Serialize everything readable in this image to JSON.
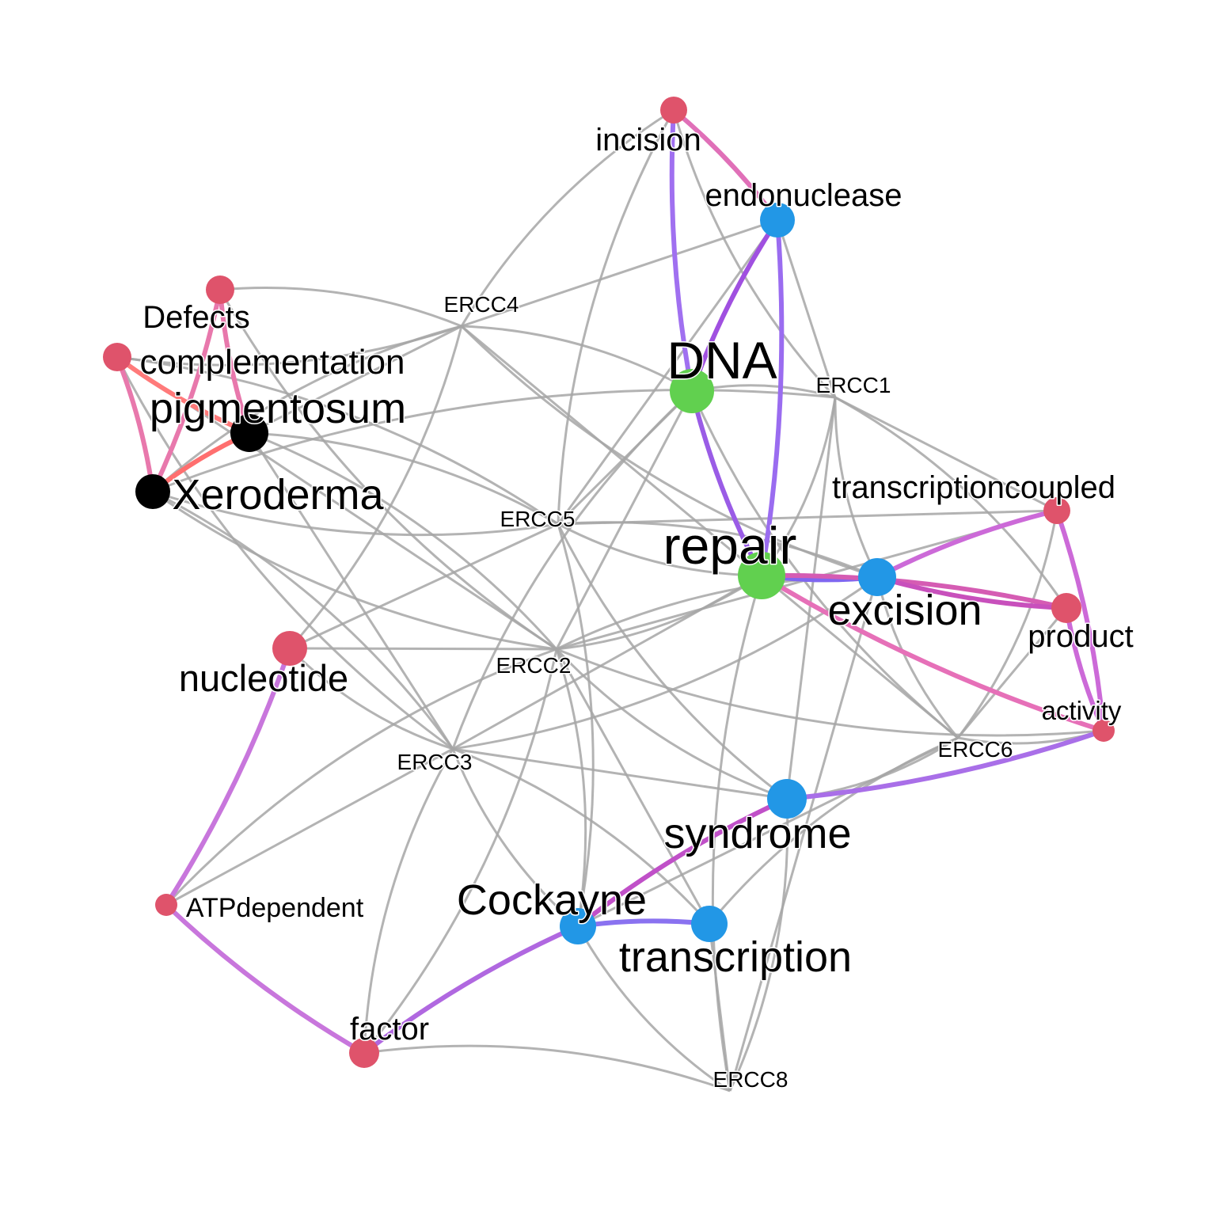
{
  "diagram": {
    "colors": {
      "gene_edge": "#a6a6a6",
      "red": "#df536b",
      "blue": "#2297e6",
      "green": "#61d04f",
      "black": "#000000"
    },
    "genes": [
      {
        "id": "ERCC4",
        "label": "ERCC4"
      },
      {
        "id": "ERCC1",
        "label": "ERCC1"
      },
      {
        "id": "ERCC5",
        "label": "ERCC5"
      },
      {
        "id": "ERCC2",
        "label": "ERCC2"
      },
      {
        "id": "ERCC3",
        "label": "ERCC3"
      },
      {
        "id": "ERCC6",
        "label": "ERCC6"
      },
      {
        "id": "ERCC8",
        "label": "ERCC8"
      }
    ],
    "terms": [
      {
        "id": "incision",
        "label": "incision",
        "group": "red"
      },
      {
        "id": "endonuclease",
        "label": "endonuclease",
        "group": "blue"
      },
      {
        "id": "Defects",
        "label": "Defects",
        "group": "red"
      },
      {
        "id": "complementation",
        "label": "complementation",
        "group": "red"
      },
      {
        "id": "pigmentosum",
        "label": "pigmentosum",
        "group": "black"
      },
      {
        "id": "Xeroderma",
        "label": "Xeroderma",
        "group": "black"
      },
      {
        "id": "DNA",
        "label": "DNA",
        "group": "green"
      },
      {
        "id": "repair",
        "label": "repair",
        "group": "green"
      },
      {
        "id": "transcriptioncoupled",
        "label": "transcriptioncoupled",
        "group": "red"
      },
      {
        "id": "excision",
        "label": "excision",
        "group": "blue"
      },
      {
        "id": "product",
        "label": "product",
        "group": "red"
      },
      {
        "id": "activity",
        "label": "activity",
        "group": "red"
      },
      {
        "id": "nucleotide",
        "label": "nucleotide",
        "group": "red"
      },
      {
        "id": "syndrome",
        "label": "syndrome",
        "group": "blue"
      },
      {
        "id": "Cockayne",
        "label": "Cockayne",
        "group": "blue"
      },
      {
        "id": "transcription",
        "label": "transcription",
        "group": "blue"
      },
      {
        "id": "ATPdependent",
        "label": "ATPdependent",
        "group": "red"
      },
      {
        "id": "factor",
        "label": "factor",
        "group": "red"
      }
    ],
    "cooccurrence_edges": [
      {
        "from": "incision",
        "to": "DNA",
        "color": "#a070f0"
      },
      {
        "from": "incision",
        "to": "endonuclease",
        "color": "#e070b8"
      },
      {
        "from": "endonuclease",
        "to": "DNA",
        "color": "#a050e0"
      },
      {
        "from": "endonuclease",
        "to": "repair",
        "color": "#9a6cf0"
      },
      {
        "from": "DNA",
        "to": "repair",
        "color": "#9a5ce6"
      },
      {
        "from": "Defects",
        "to": "Xeroderma",
        "color": "#e878ac"
      },
      {
        "from": "Defects",
        "to": "pigmentosum",
        "color": "#e878ac"
      },
      {
        "from": "complementation",
        "to": "Xeroderma",
        "color": "#e878ac"
      },
      {
        "from": "complementation",
        "to": "pigmentosum",
        "color": "#ff7a7a"
      },
      {
        "from": "Xeroderma",
        "to": "pigmentosum",
        "color": "#ff6f6f"
      },
      {
        "from": "repair",
        "to": "excision",
        "color": "#7f66f0"
      },
      {
        "from": "repair",
        "to": "product",
        "color": "#d55cb3"
      },
      {
        "from": "repair",
        "to": "activity",
        "color": "#e670b8"
      },
      {
        "from": "excision",
        "to": "transcriptioncoupled",
        "color": "#cc6ad8"
      },
      {
        "from": "excision",
        "to": "product",
        "color": "#c850bc"
      },
      {
        "from": "transcriptioncoupled",
        "to": "activity",
        "color": "#cc6ad8"
      },
      {
        "from": "product",
        "to": "activity",
        "color": "#cc6ad8"
      },
      {
        "from": "activity",
        "to": "syndrome",
        "color": "#a96fe8"
      },
      {
        "from": "syndrome",
        "to": "Cockayne",
        "color": "#c050c8"
      },
      {
        "from": "Cockayne",
        "to": "transcription",
        "color": "#8a72f0"
      },
      {
        "from": "Cockayne",
        "to": "factor",
        "color": "#b068e0"
      },
      {
        "from": "nucleotide",
        "to": "ATPdependent",
        "color": "#c876dc"
      },
      {
        "from": "ATPdependent",
        "to": "factor",
        "color": "#c876dc"
      }
    ],
    "gene_edges": [
      {
        "gene": "ERCC4",
        "terms": [
          "incision",
          "endonuclease",
          "Defects",
          "complementation",
          "pigmentosum",
          "Xeroderma",
          "DNA",
          "repair",
          "excision",
          "nucleotide"
        ]
      },
      {
        "gene": "ERCC1",
        "terms": [
          "incision",
          "endonuclease",
          "DNA",
          "repair",
          "transcriptioncoupled",
          "excision",
          "product",
          "syndrome",
          "Xeroderma"
        ]
      },
      {
        "gene": "ERCC5",
        "terms": [
          "incision",
          "endonuclease",
          "pigmentosum",
          "Xeroderma",
          "DNA",
          "repair",
          "excision",
          "nucleotide",
          "syndrome",
          "Cockayne",
          "transcriptioncoupled",
          "complementation"
        ]
      },
      {
        "gene": "ERCC2",
        "terms": [
          "Defects",
          "complementation",
          "pigmentosum",
          "Xeroderma",
          "DNA",
          "repair",
          "excision",
          "nucleotide",
          "syndrome",
          "Cockayne",
          "transcription",
          "ATPdependent",
          "factor",
          "transcriptioncoupled",
          "activity"
        ]
      },
      {
        "gene": "ERCC3",
        "terms": [
          "complementation",
          "pigmentosum",
          "Xeroderma",
          "DNA",
          "repair",
          "excision",
          "nucleotide",
          "syndrome",
          "Cockayne",
          "transcription",
          "ATPdependent",
          "factor"
        ]
      },
      {
        "gene": "ERCC6",
        "terms": [
          "DNA",
          "repair",
          "transcriptioncoupled",
          "excision",
          "product",
          "activity",
          "syndrome",
          "Cockayne",
          "transcription"
        ]
      },
      {
        "gene": "ERCC8",
        "terms": [
          "repair",
          "excision",
          "syndrome",
          "Cockayne",
          "transcription",
          "factor"
        ]
      }
    ]
  }
}
